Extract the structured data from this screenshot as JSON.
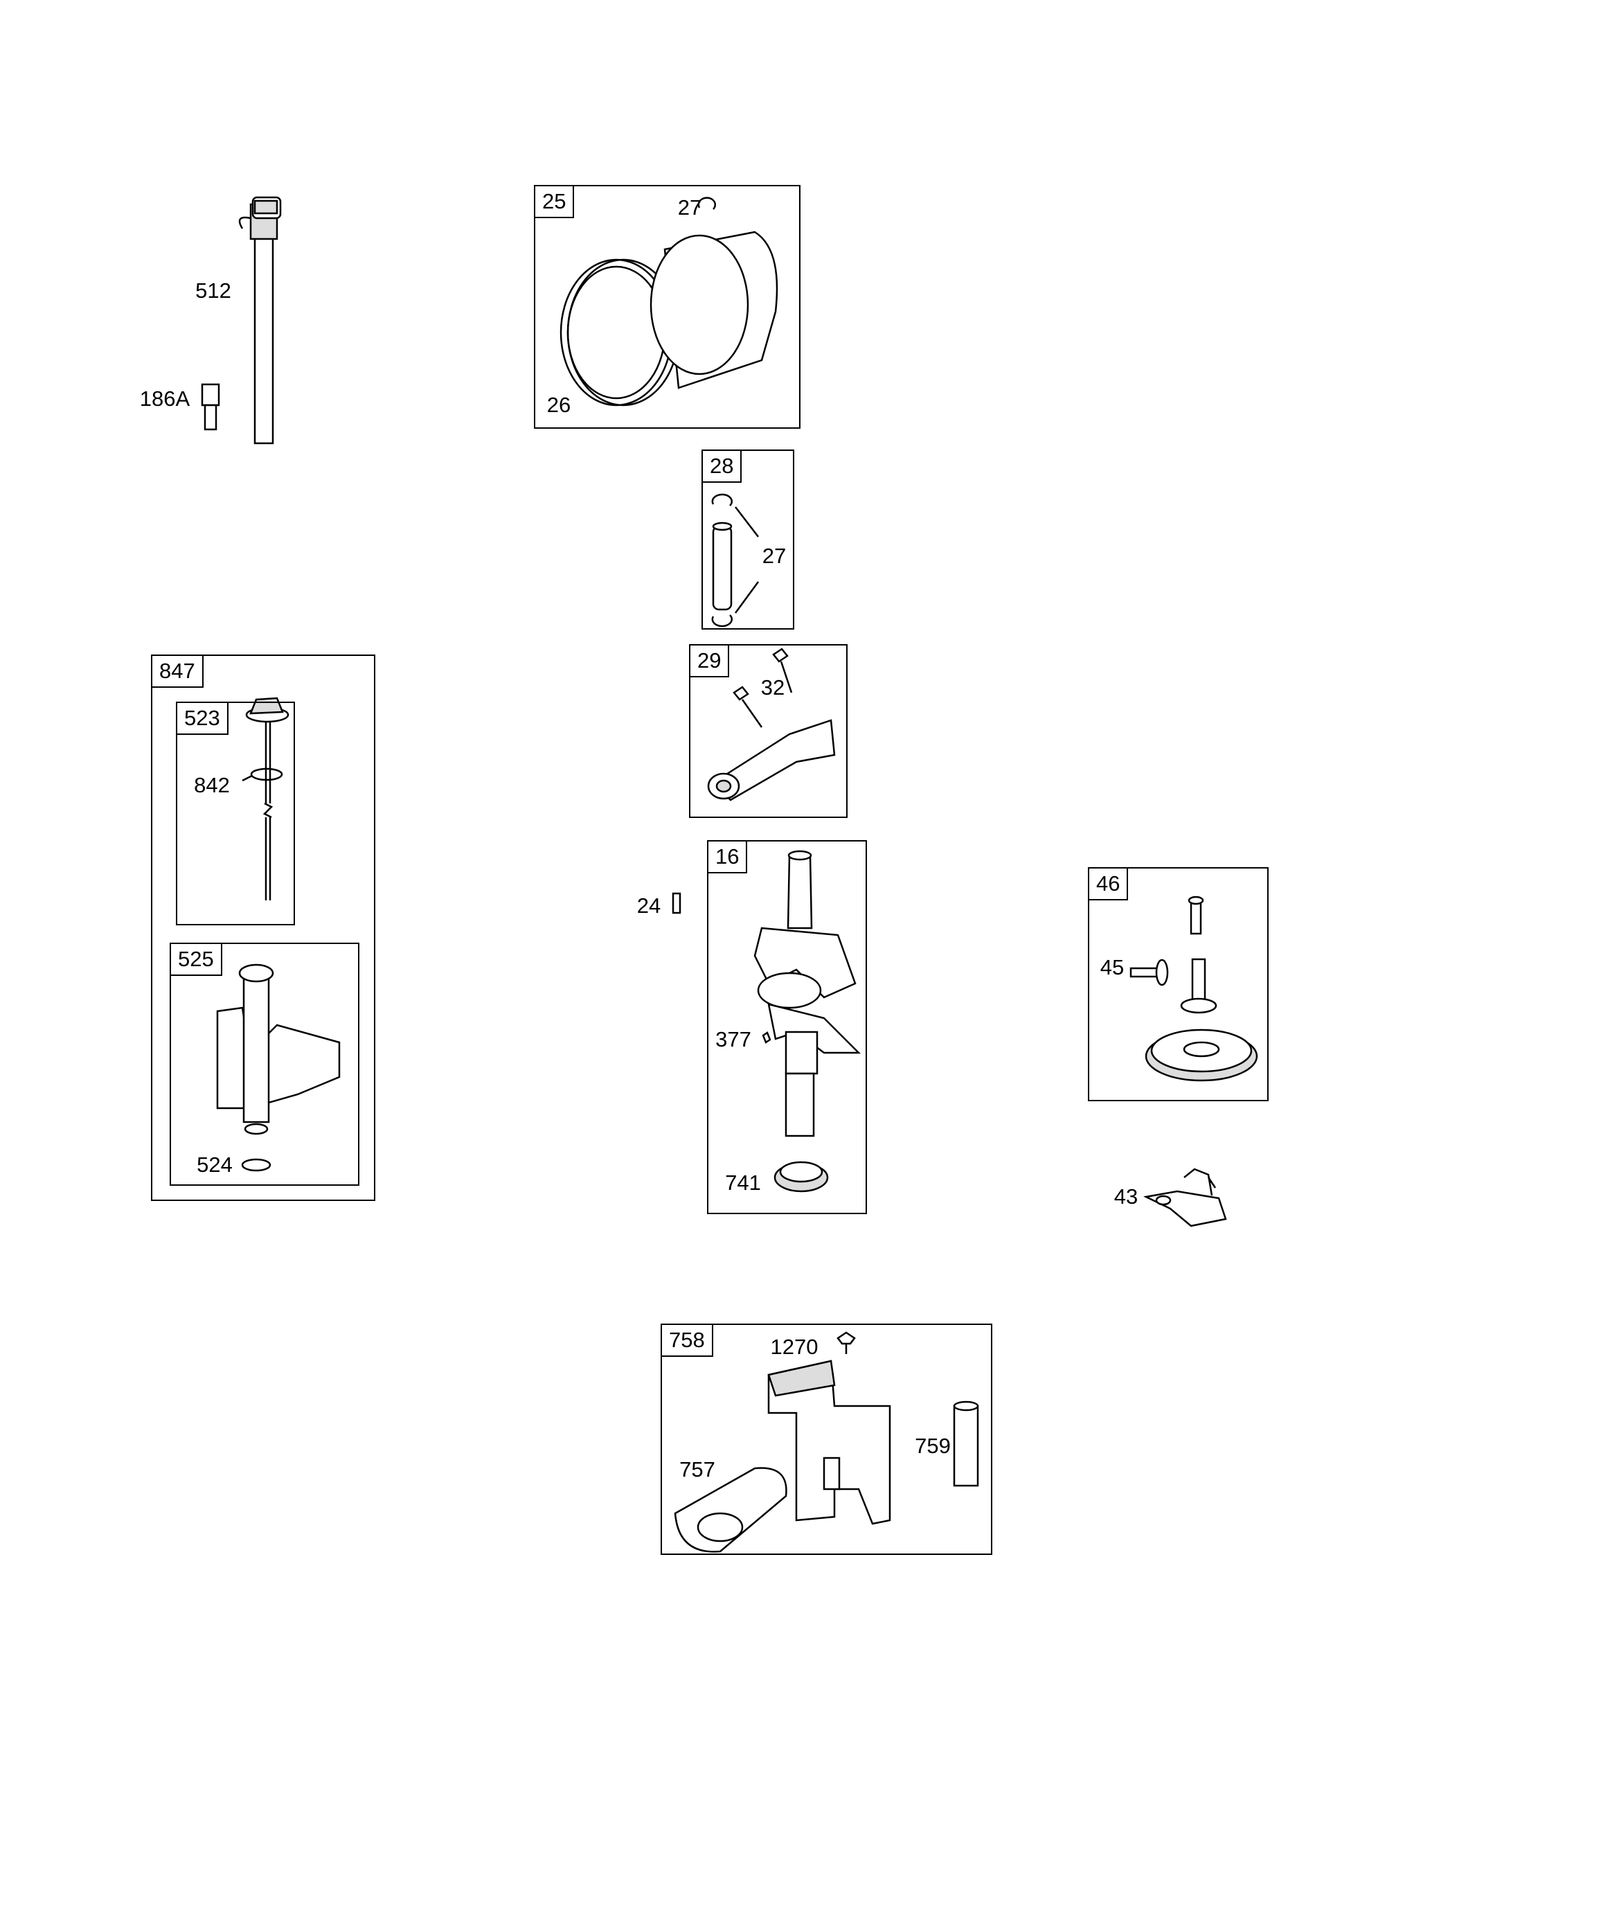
{
  "assemblies": {
    "piston": {
      "ref": "25",
      "parts": {
        "retainer": "27",
        "rings": "26"
      }
    },
    "piston_pin": {
      "ref": "28",
      "parts": {
        "retainer": "27"
      }
    },
    "connecting_rod": {
      "ref": "29",
      "parts": {
        "screw": "32"
      }
    },
    "oil_fill": {
      "ref": "847",
      "dipstick": {
        "ref": "523",
        "parts": {
          "o_ring": "842"
        }
      },
      "tube": {
        "ref": "525",
        "parts": {
          "seal": "524"
        }
      }
    },
    "crankshaft": {
      "ref": "16",
      "parts": {
        "key": "377",
        "timing_gear": "741"
      }
    },
    "cam_gear": {
      "ref": "46",
      "parts": {
        "tappet": "45"
      }
    },
    "breather": {
      "ref": "758",
      "parts": {
        "screw": "1270",
        "plate": "757",
        "dowel": "759"
      }
    }
  },
  "loose_parts": {
    "dipstick_tube": "512",
    "fitting": "186A",
    "key": "24",
    "governor": "43"
  }
}
